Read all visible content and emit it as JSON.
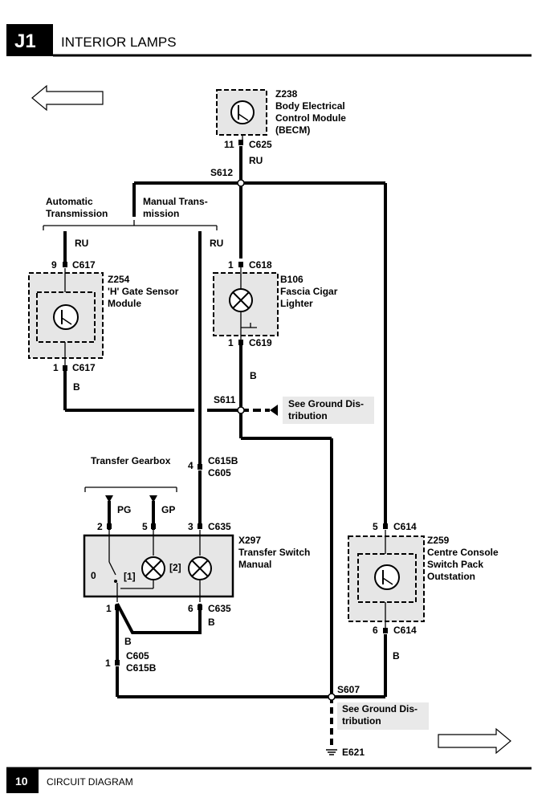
{
  "header": {
    "section": "J1",
    "title": "INTERIOR LAMPS"
  },
  "footer": {
    "page": "10",
    "label": "CIRCUIT DIAGRAM"
  },
  "components": {
    "becm": {
      "id": "Z238",
      "line1": "Body Electrical",
      "line2": "Control Module",
      "line3": "(BECM)",
      "pin": "11",
      "conn": "C625"
    },
    "gate_sensor": {
      "id": "Z254",
      "line1": "'H' Gate Sensor",
      "line2": "Module",
      "pin_top": "9",
      "conn_top": "C617",
      "pin_bot": "1",
      "conn_bot": "C617"
    },
    "cigar": {
      "id": "B106",
      "line1": "Fascia Cigar",
      "line2": "Lighter",
      "pin_top": "1",
      "conn_top": "C618",
      "pin_bot": "1",
      "conn_bot": "C619"
    },
    "transfer_switch": {
      "id": "X297",
      "line1": "Transfer Switch",
      "line2": "Manual",
      "pin2": "2",
      "pin5": "5",
      "pin3": "3",
      "conn_top": "C635",
      "pin1": "1",
      "pin6": "6",
      "conn_bot": "C635",
      "pos0": "0",
      "pos1": "[1]",
      "pos2": "[2]"
    },
    "console": {
      "id": "Z259",
      "line1": "Centre Console",
      "line2": "Switch Pack",
      "line3": "Outstation",
      "pin_top": "5",
      "conn_top": "C614",
      "pin_bot": "6",
      "conn_bot": "C614"
    }
  },
  "labels": {
    "s612": "S612",
    "s611": "S611",
    "s607": "S607",
    "e621": "E621",
    "auto1": "Automatic",
    "auto2": "Transmission",
    "man1": "Manual Trans-",
    "man2": "mission",
    "transfer_gearbox": "Transfer Gearbox",
    "c615b_pin": "4",
    "c615b_a": "C615B",
    "c615b_b": "C605",
    "c605_pin": "1",
    "c605_a": "C605",
    "c605_b": "C615B",
    "pg": "PG",
    "gp": "GP"
  },
  "wires": {
    "ru": "RU",
    "b": "B"
  },
  "ground_refs": {
    "line1": "See Ground Dis-",
    "line2": "tribution"
  }
}
